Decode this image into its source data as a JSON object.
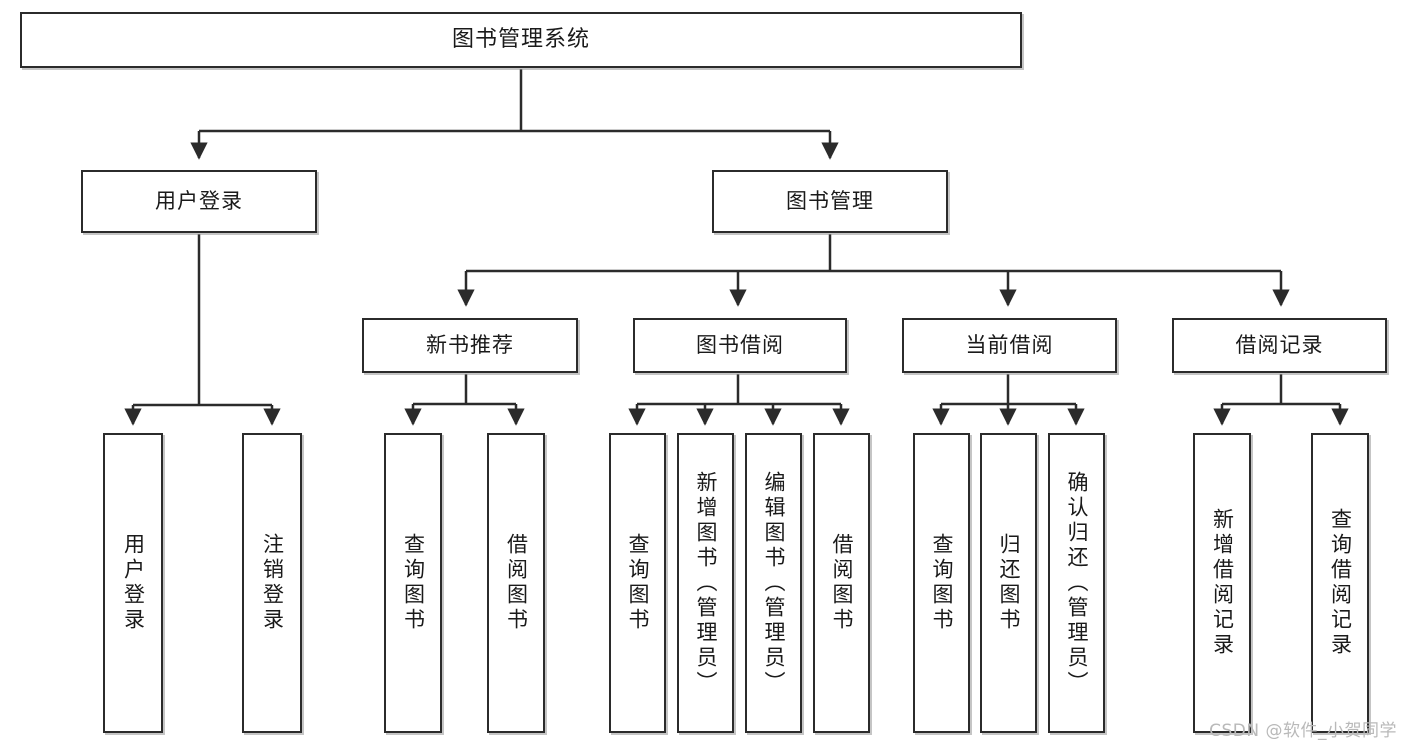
{
  "diagram": {
    "title": "图书管理系统",
    "type": "功能结构图",
    "watermark": "CSDN @软件_小贺同学",
    "style": {
      "background": "#ffffff",
      "node_fill": "#ffffff",
      "node_border": "#2b2b2b",
      "edge_color": "#2b2b2b",
      "text_color": "#1a1a1a",
      "watermark_color": "#b9b9b9"
    },
    "nodes": {
      "root": {
        "label": "图书管理系统"
      },
      "level2": [
        {
          "id": "user-login",
          "label": "用户登录"
        },
        {
          "id": "book-manage",
          "label": "图书管理"
        }
      ],
      "level3": [
        {
          "id": "new-book-recommend",
          "label": "新书推荐"
        },
        {
          "id": "book-borrow",
          "label": "图书借阅"
        },
        {
          "id": "current-borrow",
          "label": "当前借阅"
        },
        {
          "id": "borrow-record",
          "label": "借阅记录"
        }
      ],
      "leaves": [
        {
          "id": "leaf-user-login",
          "label": "用户登录",
          "parent": "user-login"
        },
        {
          "id": "leaf-logout",
          "label": "注销登录",
          "parent": "user-login"
        },
        {
          "id": "leaf-query-book-1",
          "label": "查询图书",
          "parent": "new-book-recommend"
        },
        {
          "id": "leaf-borrow-book-1",
          "label": "借阅图书",
          "parent": "new-book-recommend"
        },
        {
          "id": "leaf-query-book-2",
          "label": "查询图书",
          "parent": "book-borrow"
        },
        {
          "id": "leaf-add-book",
          "label": "新增图书（管理员）",
          "parent": "book-borrow"
        },
        {
          "id": "leaf-edit-book",
          "label": "编辑图书（管理员）",
          "parent": "book-borrow"
        },
        {
          "id": "leaf-borrow-book-2",
          "label": "借阅图书",
          "parent": "book-borrow"
        },
        {
          "id": "leaf-query-book-3",
          "label": "查询图书",
          "parent": "current-borrow"
        },
        {
          "id": "leaf-return-book",
          "label": "归还图书",
          "parent": "current-borrow"
        },
        {
          "id": "leaf-confirm-return",
          "label": "确认归还（管理员）",
          "parent": "current-borrow"
        },
        {
          "id": "leaf-add-record",
          "label": "新增借阅记录",
          "parent": "borrow-record"
        },
        {
          "id": "leaf-query-record",
          "label": "查询借阅记录",
          "parent": "borrow-record"
        }
      ]
    }
  }
}
